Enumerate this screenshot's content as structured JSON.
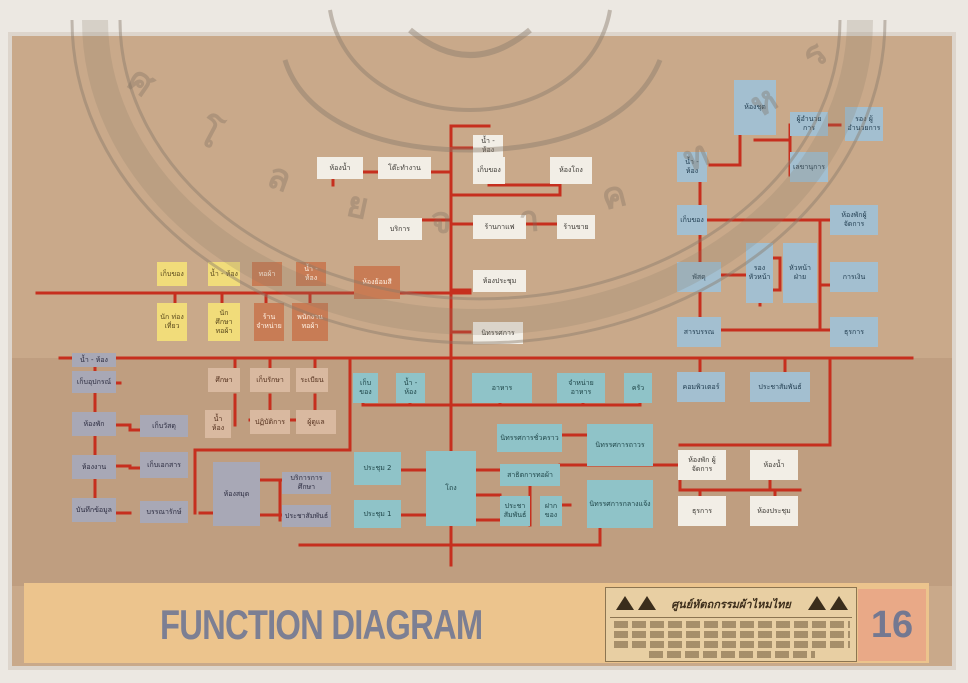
{
  "diagram": {
    "title": "FUNCTION DIAGRAM",
    "sheet_number": "16",
    "title_block": {
      "heading": "ศูนย์หัตถกรรมผ้าไหมไทย"
    }
  },
  "colors": {
    "connector": "#c62f1e",
    "board": "#c9a98a",
    "footer_band": "#ecc48d",
    "title_text": "#7c7f93"
  }
}
